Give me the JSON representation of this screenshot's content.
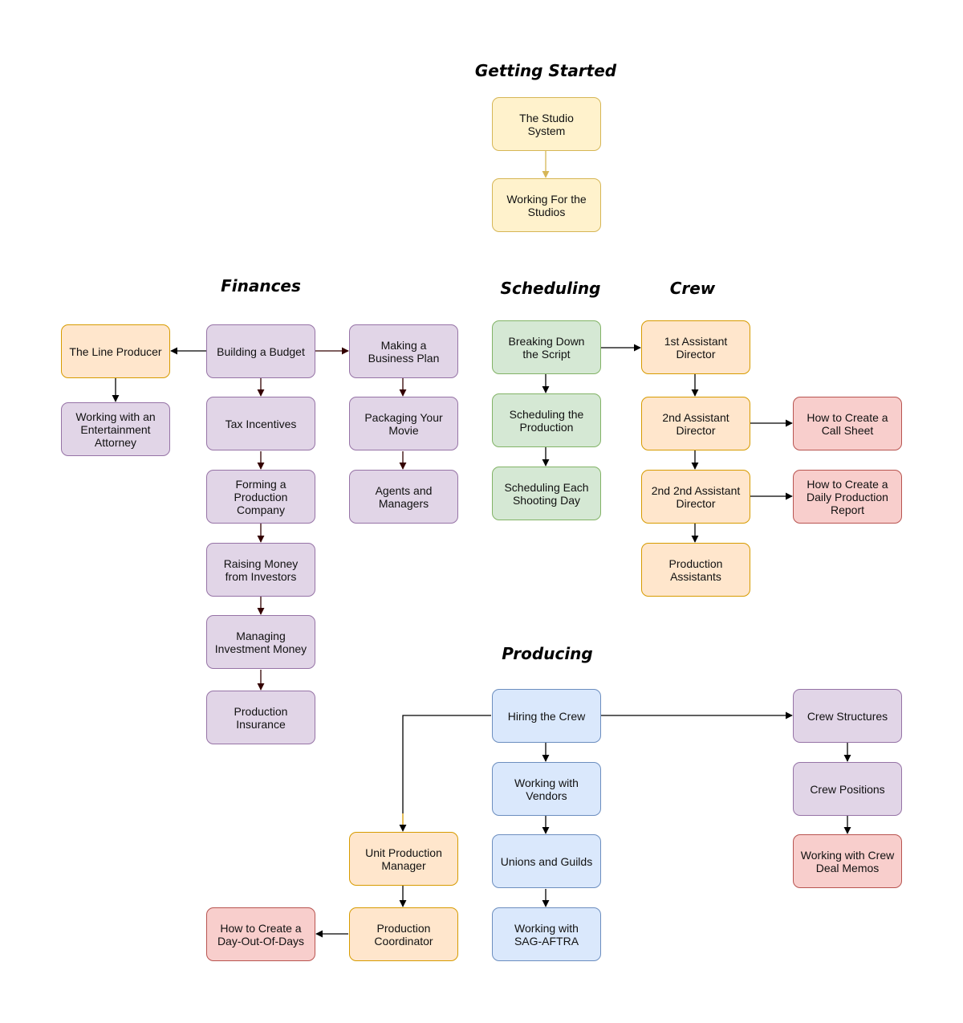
{
  "sections": {
    "getting_started": "Getting Started",
    "finances": "Finances",
    "scheduling": "Scheduling",
    "crew": "Crew",
    "producing": "Producing"
  },
  "nodes": {
    "studio_system": "The Studio\nSystem",
    "working_for_studios": "Working For the\nStudios",
    "line_producer": "The Line Producer",
    "entertainment_attorney": "Working with an\nEntertainment\nAttorney",
    "building_budget": "Building a Budget",
    "tax_incentives": "Tax Incentives",
    "forming_company": "Forming a\nProduction\nCompany",
    "raising_money": "Raising Money\nfrom Investors",
    "managing_investment": "Managing\nInvestment Money",
    "production_insurance": "Production\nInsurance",
    "business_plan": "Making a\nBusiness Plan",
    "packaging_movie": "Packaging Your\nMovie",
    "agents_managers": "Agents and\nManagers",
    "breaking_down_script": "Breaking Down\nthe Script",
    "scheduling_production": "Scheduling the\nProduction",
    "scheduling_each_day": "Scheduling Each\nShooting Day",
    "first_ad": "1st Assistant\nDirector",
    "second_ad": "2nd Assistant\nDirector",
    "second_second_ad": "2nd 2nd Assistant\nDirector",
    "production_assistants": "Production\nAssistants",
    "call_sheet": "How to Create a\nCall Sheet",
    "daily_production_report": "How to Create a\nDaily Production\nReport",
    "hiring_crew": "Hiring the Crew",
    "working_vendors": "Working with\nVendors",
    "unions_guilds": "Unions and Guilds",
    "sag_aftra": "Working with\nSAG-AFTRA",
    "crew_structures": "Crew Structures",
    "crew_positions": "Crew Positions",
    "crew_deal_memos": "Working with Crew\nDeal Memos",
    "upm": "Unit Production\nManager",
    "production_coordinator": "Production\nCoordinator",
    "day_out_of_days": "How to Create a\nDay-Out-Of-Days"
  },
  "colors": {
    "yellow_fill": "#fff2cc",
    "orange_fill": "#ffe6cc",
    "purple_fill": "#e1d5e7",
    "green_fill": "#d5e8d4",
    "blue_fill": "#dae8fc",
    "red_fill": "#f8cecc",
    "arrow": "#000000",
    "finance_arrow": "#330000",
    "studio_arrow": "#d6b656"
  }
}
